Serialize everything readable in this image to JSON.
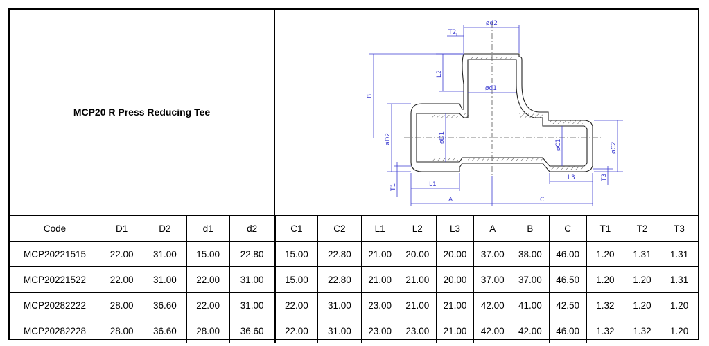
{
  "title": "MCP20 R Press Reducing Tee",
  "drawing": {
    "labels": {
      "od2": "ød2",
      "t2": "T2",
      "l2": "L2",
      "od1": "ød1",
      "b": "B",
      "oD2": "øD2",
      "oD1": "øD1",
      "oC1": "øC1",
      "oC2": "øC2",
      "t1": "T1",
      "l1": "L1",
      "a": "A",
      "c": "C",
      "l3": "L3",
      "t3": "T3"
    },
    "line_color": "#3a3ad0"
  },
  "table": {
    "headers": [
      "Code",
      "D1",
      "D2",
      "d1",
      "d2",
      "C1",
      "C2",
      "L1",
      "L2",
      "L3",
      "A",
      "B",
      "C",
      "T1",
      "T2",
      "T3"
    ],
    "rows": [
      [
        "MCP20221515",
        "22.00",
        "31.00",
        "15.00",
        "22.80",
        "15.00",
        "22.80",
        "21.00",
        "20.00",
        "20.00",
        "37.00",
        "38.00",
        "46.00",
        "1.20",
        "1.31",
        "1.31"
      ],
      [
        "MCP20221522",
        "22.00",
        "31.00",
        "22.00",
        "31.00",
        "15.00",
        "22.80",
        "21.00",
        "21.00",
        "20.00",
        "37.00",
        "37.00",
        "46.50",
        "1.20",
        "1.20",
        "1.31"
      ],
      [
        "MCP20282222",
        "28.00",
        "36.60",
        "22.00",
        "31.00",
        "22.00",
        "31.00",
        "23.00",
        "21.00",
        "21.00",
        "42.00",
        "41.00",
        "42.50",
        "1.32",
        "1.20",
        "1.20"
      ],
      [
        "MCP20282228",
        "28.00",
        "36.60",
        "28.00",
        "36.60",
        "22.00",
        "31.00",
        "23.00",
        "23.00",
        "21.00",
        "42.00",
        "42.00",
        "46.00",
        "1.32",
        "1.32",
        "1.20"
      ]
    ]
  }
}
